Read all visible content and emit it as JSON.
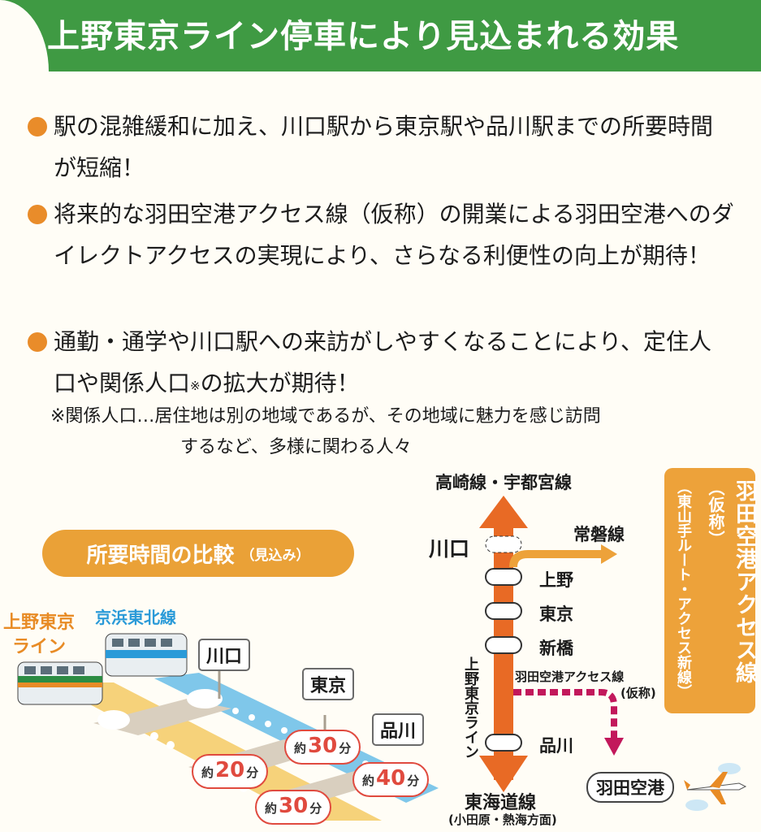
{
  "banner": {
    "title": "上野東京ライン停車により見込まれる効果"
  },
  "bullets": [
    "駅の混雑緩和に加え、川口駅から東京駅や品川駅までの所要時間が短縮！",
    "将来的な羽田空港アクセス線（仮称）の開業による羽田空港へのダイレクトアクセスの実現により、さらなる利便性の向上が期待！",
    "通勤・通学や川口駅への来訪がしやすくなることにより、定住人口や関係人口",
    "の拡大が期待！"
  ],
  "bullet3_sup": "※",
  "note": {
    "line1": "※関係人口…居住地は別の地域であるが、その地域に魅力を感じ訪問",
    "line2": "するなど、多様に関わる人々"
  },
  "comparison": {
    "title": "所要時間の比較",
    "subtitle": "（見込み）",
    "ueno_line": "上野東京\nライン",
    "keihin_line": "京浜東北線",
    "stations": {
      "kawaguchi": "川口",
      "tokyo": "東京",
      "shinagawa": "品川"
    },
    "times": [
      {
        "prefix": "約",
        "value": "30",
        "unit": "分"
      },
      {
        "prefix": "約",
        "value": "20",
        "unit": "分"
      },
      {
        "prefix": "約",
        "value": "40",
        "unit": "分"
      },
      {
        "prefix": "約",
        "value": "30",
        "unit": "分"
      }
    ]
  },
  "map": {
    "top_line": "高崎線・宇都宮線",
    "kawaguchi": "川口",
    "joban": "常磐線",
    "stations": [
      "上野",
      "東京",
      "新橋",
      "品川"
    ],
    "vertical_line": "上野東京ライン",
    "haneda_access": "羽田空港アクセス線",
    "haneda_access_note": "(仮称)",
    "bottom_line": "東海道線",
    "bottom_note": "(小田原・熱海方面)",
    "haneda_station": "羽田空港"
  },
  "haneda_card": {
    "title": "羽田空港アクセス線",
    "title_note": "（仮称）",
    "sub": "（東山手ルート・アクセス新線）"
  },
  "colors": {
    "green": "#3f9a43",
    "orange": "#eaa137",
    "arrow": "#e86a25",
    "blue": "#2a9ad8",
    "magenta": "#c2185b"
  }
}
